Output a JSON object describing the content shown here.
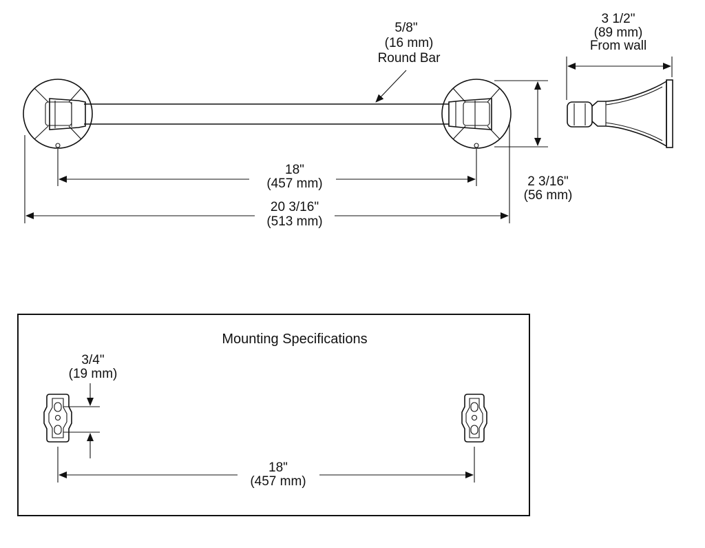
{
  "diagram": {
    "bar_diameter": [
      "5/8\"",
      "(16 mm)",
      "Round Bar"
    ],
    "projection": [
      "3 1/2\"",
      "(89 mm)",
      "From wall"
    ],
    "center_to_center": [
      "18\"",
      "(457 mm)"
    ],
    "overall_length": [
      "20 3/16\"",
      "(513 mm)"
    ],
    "flange_diameter": [
      "2 3/16\"",
      "(56 mm)"
    ]
  },
  "mounting": {
    "title": "Mounting Specifications",
    "bracket_offset": [
      "3/4\"",
      "(19 mm)"
    ],
    "center_to_center": [
      "18\"",
      "(457 mm)"
    ]
  },
  "colors": {
    "line": "#111111",
    "background": "#ffffff"
  }
}
